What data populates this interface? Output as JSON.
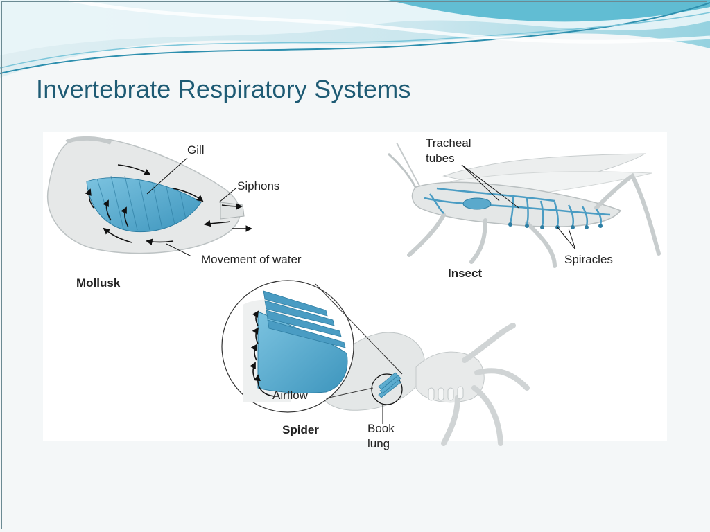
{
  "title": "Invertebrate Respiratory Systems",
  "labels": {
    "gill": "Gill",
    "siphons": "Siphons",
    "movement_of_water": "Movement of water",
    "mollusk": "Mollusk",
    "tracheal_tubes": "Tracheal\ntubes",
    "spiracles": "Spiracles",
    "insect": "Insect",
    "airflow": "Airflow",
    "spider": "Spider",
    "book_lung": "Book\nlung"
  },
  "colors": {
    "title": "#1e5b74",
    "accent_blue": "#5aa9cc",
    "body_gray": "#e6e8e8"
  }
}
